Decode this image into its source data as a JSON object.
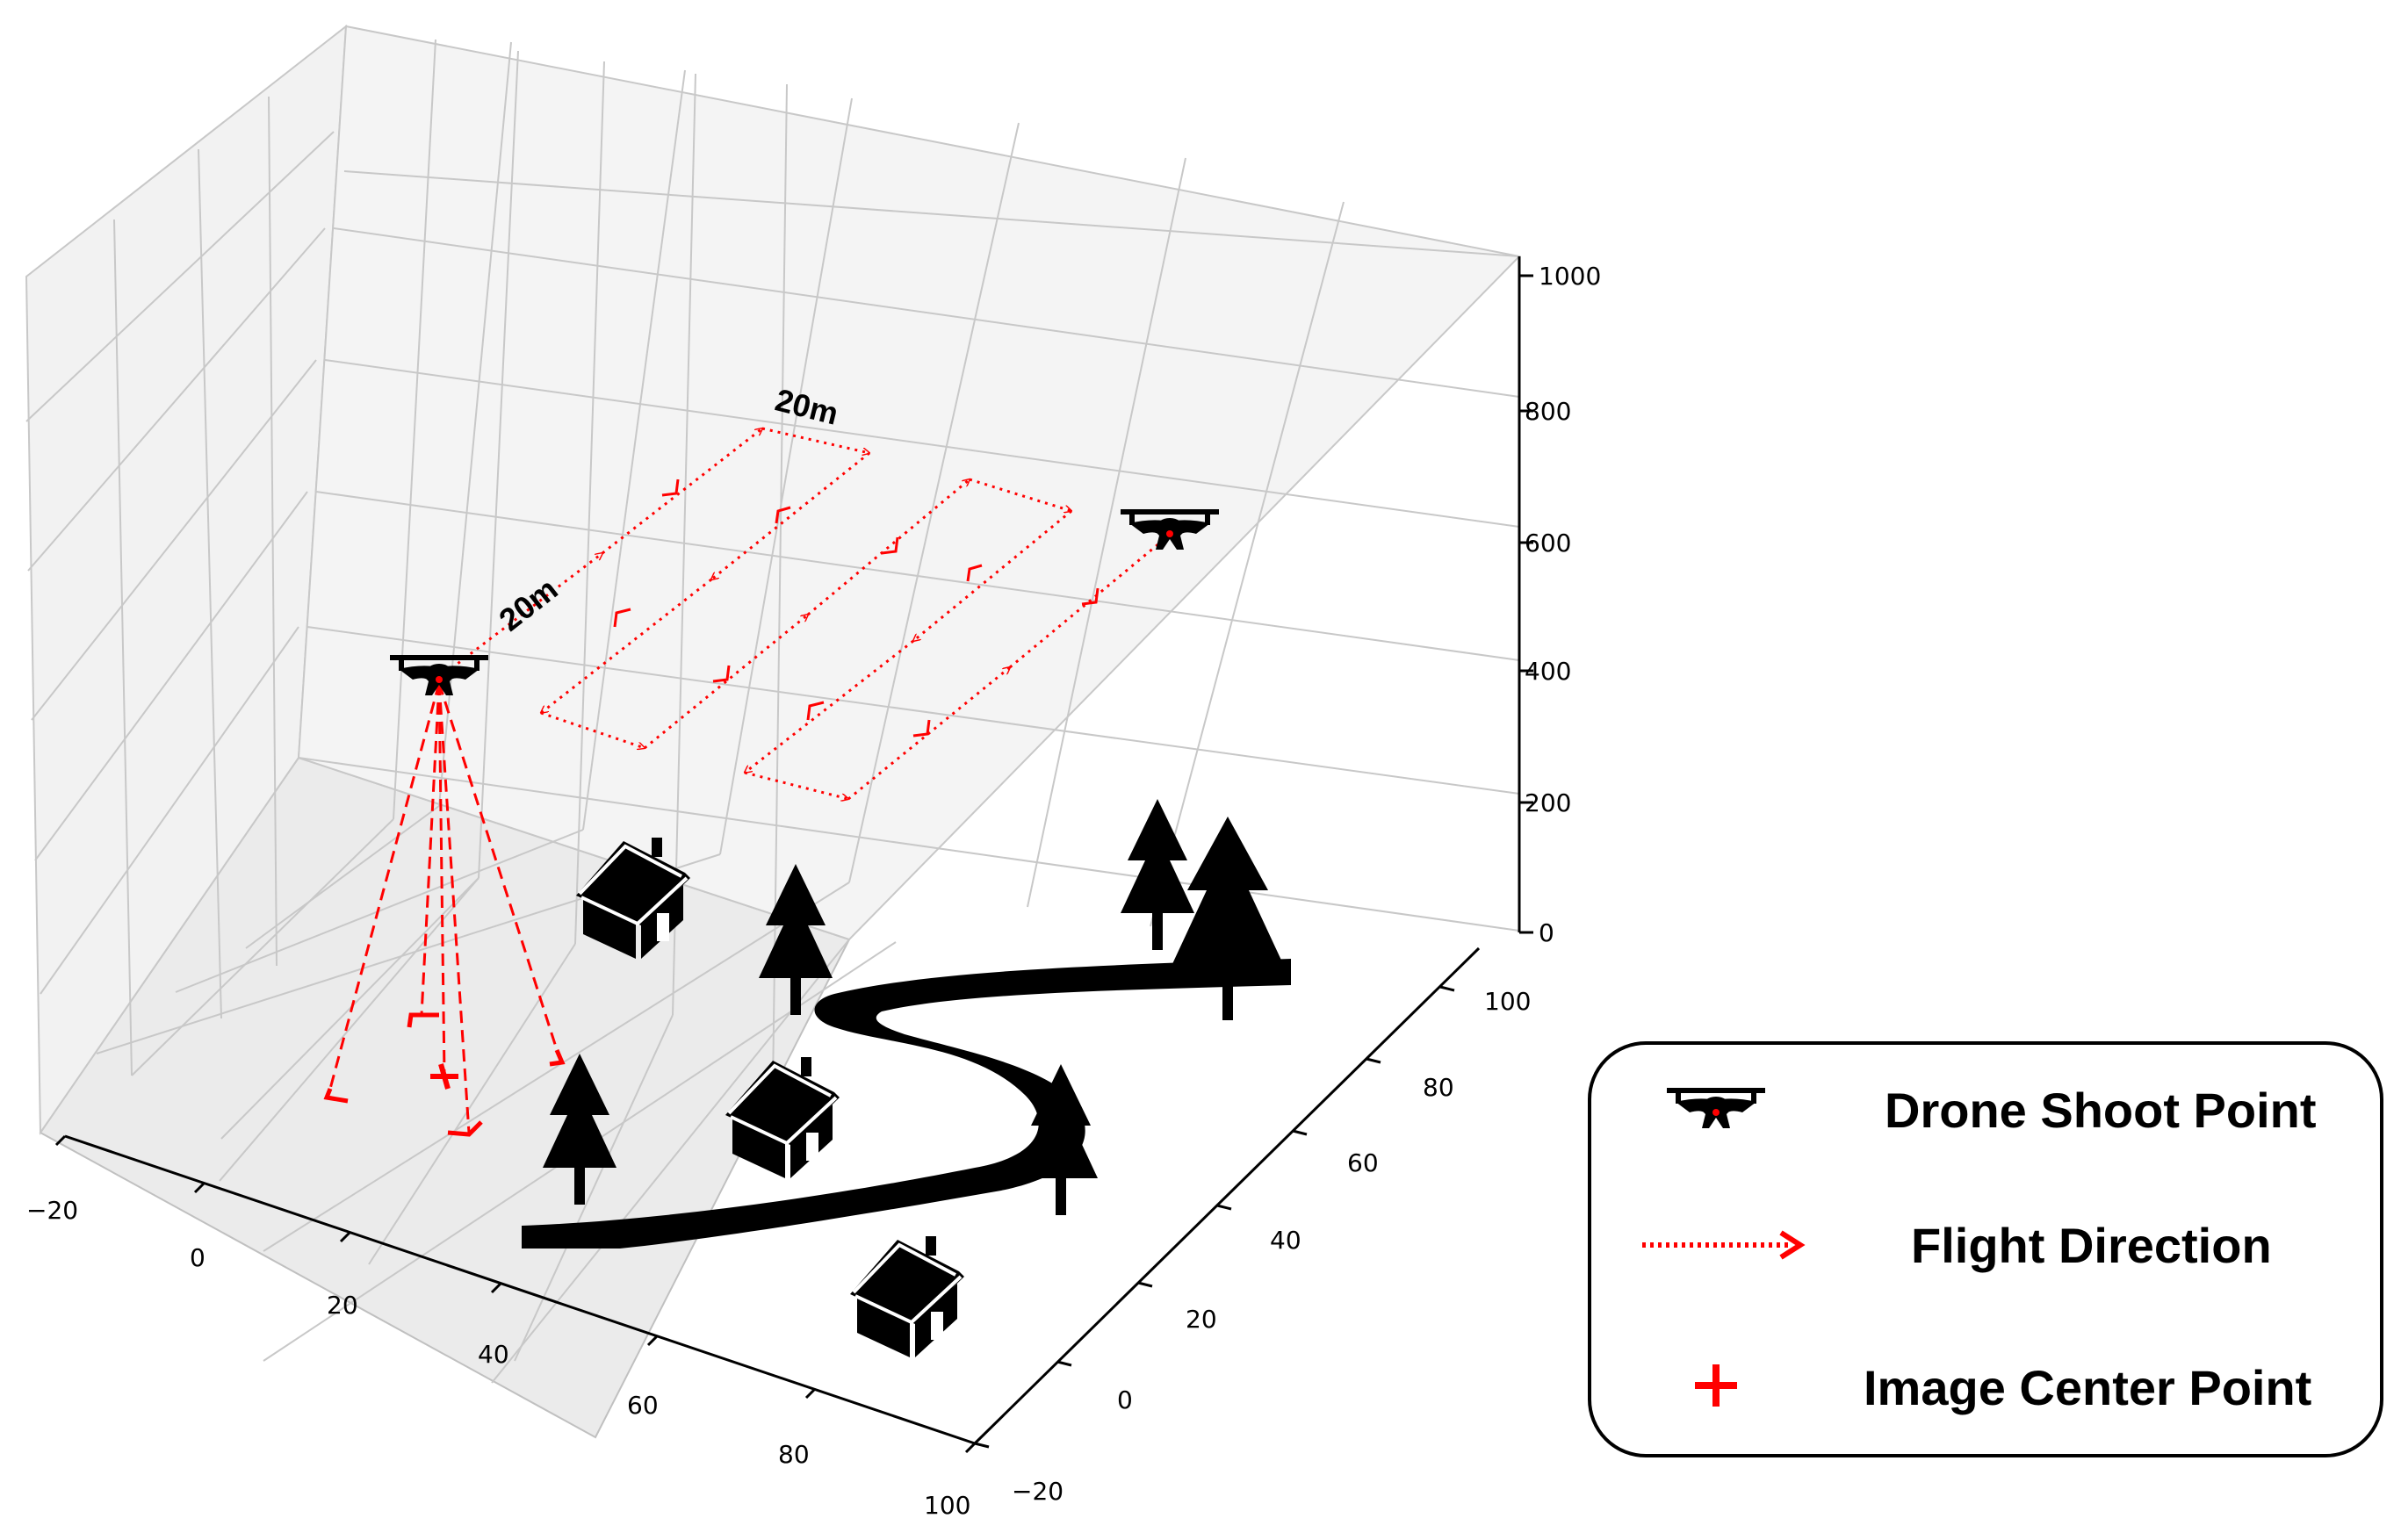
{
  "axes": {
    "x_ticks": [
      "−20",
      "0",
      "20",
      "40",
      "60",
      "80",
      "100"
    ],
    "y_ticks": [
      "−20",
      "0",
      "20",
      "40",
      "60",
      "80",
      "100"
    ],
    "z_ticks": [
      "0",
      "200",
      "400",
      "600",
      "800",
      "1000"
    ]
  },
  "annotations": {
    "spacing_along": "20m",
    "spacing_across": "20m"
  },
  "legend": {
    "drone_label": "Drone Shoot Point",
    "flight_label": "Flight Direction",
    "center_label": "Image Center Point"
  },
  "colors": {
    "flight_path": "#ff0000",
    "grid": "#c8c8c8",
    "pane_fill": "#f2f2f2",
    "pane_floor": "#ebebeb",
    "icon": "#000000"
  },
  "icons": [
    "drone-icon",
    "house-icon",
    "tree-icon",
    "road",
    "arrow-icon",
    "plus-icon"
  ]
}
